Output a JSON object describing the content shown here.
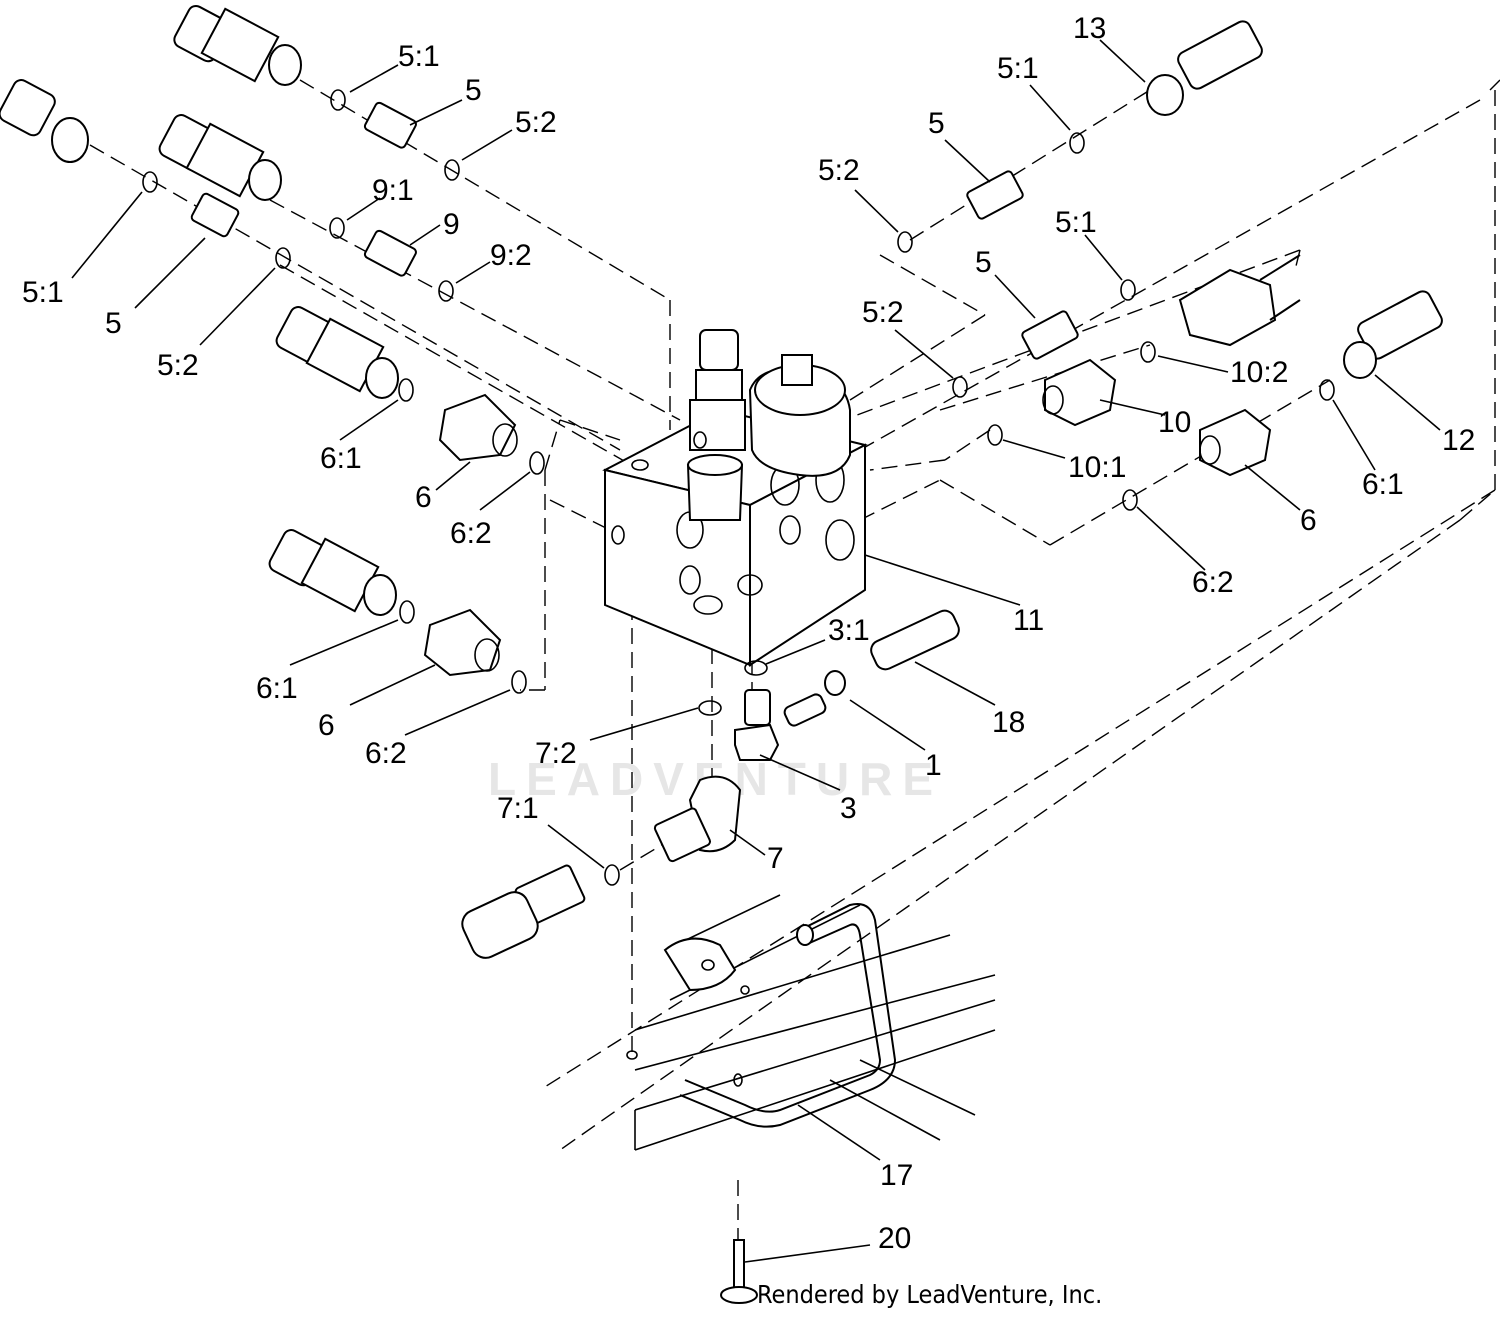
{
  "watermark": "LEADVENTURE",
  "credit": "Rendered by LeadVenture, Inc.",
  "callouts": [
    "5:1",
    "5",
    "5:2",
    "9:1",
    "9",
    "9:2",
    "5:1",
    "5",
    "5:2",
    "6:1",
    "6",
    "6:2",
    "6:1",
    "6",
    "6:2",
    "13",
    "5:1",
    "5",
    "5:2",
    "5:1",
    "5",
    "5:2",
    "10:2",
    "10",
    "10:1",
    "12",
    "6:1",
    "6",
    "6:2",
    "11",
    "3:1",
    "18",
    "1",
    "3",
    "7:2",
    "7:1",
    "7",
    "17",
    "20"
  ]
}
